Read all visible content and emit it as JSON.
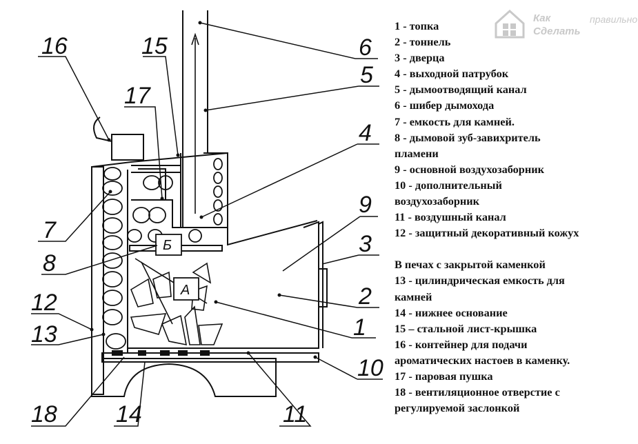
{
  "logo": {
    "line1": "Как",
    "line1b": "правильно",
    "line2": "Сделать"
  },
  "box_labels": {
    "b": "Б",
    "a": "А"
  },
  "callouts": {
    "n16": "16",
    "n15": "15",
    "n17": "17",
    "n6": "6",
    "n5": "5",
    "n4": "4",
    "n9": "9",
    "n3": "3",
    "n2": "2",
    "n1": "1",
    "n10": "10",
    "n7": "7",
    "n8": "8",
    "n12": "12",
    "n13": "13",
    "n18": "18",
    "n14": "14",
    "n11": "11"
  },
  "legend": {
    "items": [
      "1 - топка",
      "2 - тоннель",
      "3 - дверца",
      "4 - выходной патрубок",
      "5 - дымоотводящий канал",
      "6 - шибер дымохода",
      "7 - емкость для камней.",
      "8 - дымовой зуб-завихритель",
      "пламени",
      "9 - основной воздухозаборник",
      "10 - дополнительный",
      "воздухозаборник",
      "11 - воздушный канал",
      "12 - защитный декоративный кожух"
    ],
    "items2": [
      "В печах с закрытой каменкой",
      "13 - цилиндрическая емкость для",
      "камней",
      "14 - нижнее основание",
      "15 – стальной лист-крышка",
      "16 - контейнер для подачи",
      "ароматических настоев в каменку.",
      "17 - паровая пушка",
      "18 - вентиляционное отверстие  с",
      "регулируемой заслонкой"
    ]
  }
}
